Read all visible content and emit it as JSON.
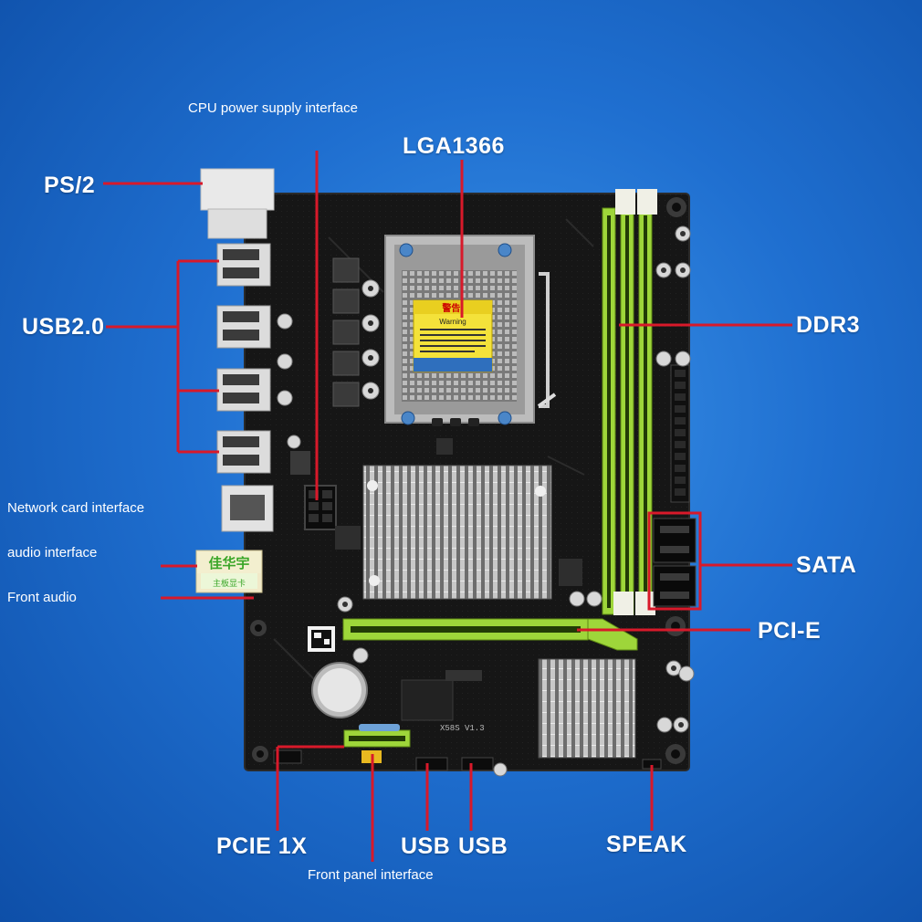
{
  "labels": {
    "cpu_power": "CPU power supply interface",
    "lga": "LGA1366",
    "ps2": "PS/2",
    "usb20": "USB2.0",
    "ddr3": "DDR3",
    "network": "Network card interface",
    "audio": "audio interface",
    "front_audio": "Front audio",
    "sata": "SATA",
    "pcie": "PCI-E",
    "pcie1x": "PCIE 1X",
    "usb_a": "USB",
    "usb_b": "USB",
    "speak": "SPEAK",
    "front_panel": "Front panel interface"
  },
  "board": {
    "sticker_title": "警告!",
    "sticker_subtitle": "Warning",
    "badge_top": "佳华宇",
    "badge_bottom": "主板显卡",
    "model": "X58S V1.3"
  },
  "colors": {
    "background": "#1f6fd0",
    "leader": "#d8192a",
    "pcb": "#141414",
    "slot": "#9ed63a",
    "socket_sticker": "#f4e23a"
  }
}
